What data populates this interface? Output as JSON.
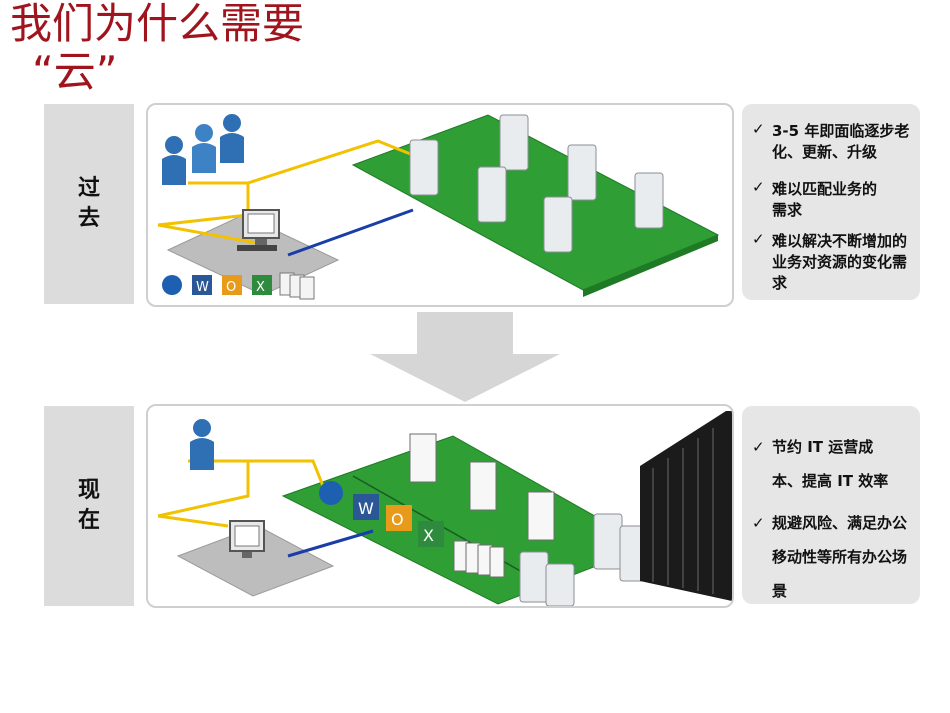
{
  "title": {
    "line1": "我们为什么需要",
    "line2": "“云”"
  },
  "past": {
    "label_line1": "过",
    "label_line2": "去",
    "notes": [
      {
        "check": "✓",
        "text": "3-5 年即面临逐步老化、更新、升级"
      },
      {
        "check": "✓",
        "text": "难以匹配业务的需求"
      },
      {
        "check": "✓",
        "text": "难以解决不断增加的业务对资源的变化需求"
      }
    ]
  },
  "now": {
    "label_line1": "现",
    "label_line2": "在",
    "notes": [
      {
        "check": "✓",
        "text": "节约 IT 运营成本、提高 IT 效率"
      },
      {
        "check": "✓",
        "text": "规避风险、满足办公移动性等所有办公场景"
      }
    ]
  },
  "colors": {
    "title": "#a0141e",
    "platform": "#2e9e35",
    "link_yellow": "#f2c200",
    "link_blue": "#1a3ea8",
    "arrow": "#d6d6d6"
  },
  "icons": [
    "users-icon",
    "computer-icon",
    "server-icon",
    "windows-icon",
    "word-icon",
    "outlook-icon",
    "excel-icon",
    "document-stack-icon",
    "datacenter-rack-icon",
    "down-arrow-icon"
  ]
}
